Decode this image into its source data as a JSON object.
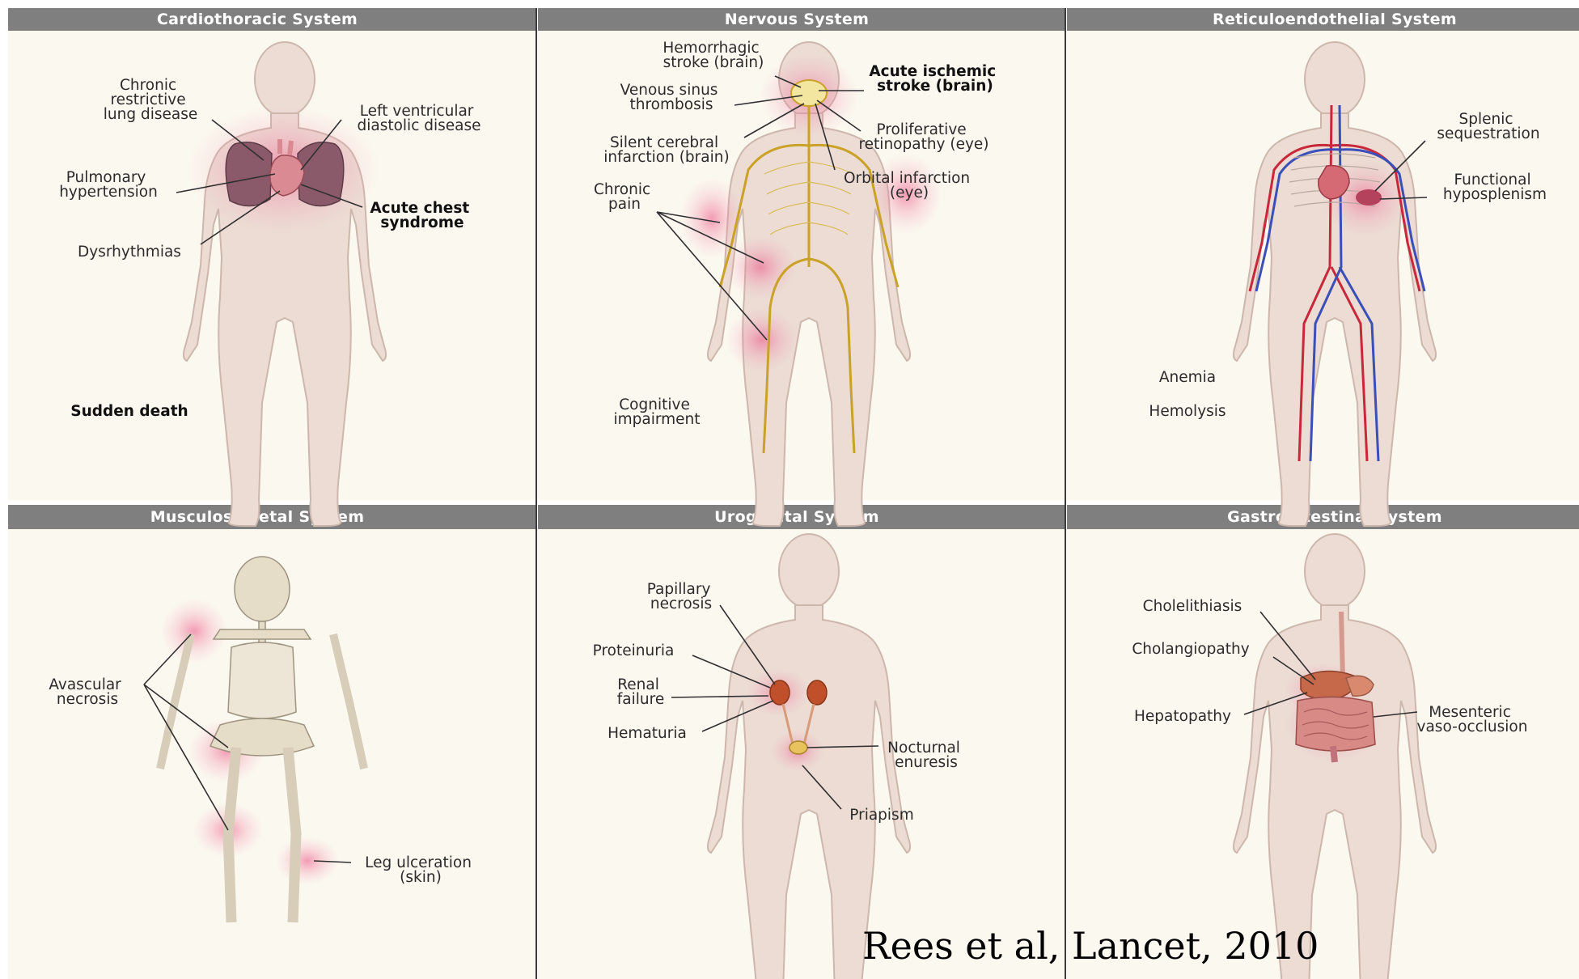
{
  "citation": "Rees et al, Lancet, 2010",
  "panels": {
    "cardiothoracic": {
      "title": "Cardiothoracic System",
      "labels": {
        "chronic": [
          "Chronic",
          "restrictive",
          "lung disease"
        ],
        "left_ventricular": [
          "Left ventricular",
          "diastolic disease"
        ],
        "pulmonary": [
          "Pulmonary",
          "hypertension"
        ],
        "acute_chest": [
          "Acute chest",
          "syndrome"
        ],
        "dysrhythmias": [
          "Dysrhythmias"
        ],
        "sudden_death": [
          "Sudden death"
        ]
      }
    },
    "nervous": {
      "title": "Nervous System",
      "labels": {
        "hemorrhagic": [
          "Hemorrhagic",
          "stroke (brain)"
        ],
        "acute_ischemic": [
          "Acute ischemic",
          "stroke (brain)"
        ],
        "venous_sinus": [
          "Venous sinus",
          "thrombosis"
        ],
        "proliferative": [
          "Proliferative",
          "retinopathy (eye)"
        ],
        "silent_cerebral": [
          "Silent cerebral",
          "infarction (brain)"
        ],
        "orbital": [
          "Orbital infarction",
          "(eye)"
        ],
        "chronic_pain": [
          "Chronic",
          "pain"
        ],
        "cognitive": [
          "Cognitive",
          "impairment"
        ]
      }
    },
    "reticuloendothelial": {
      "title": "Reticuloendothelial System",
      "labels": {
        "splenic": [
          "Splenic",
          "sequestration"
        ],
        "functional": [
          "Functional",
          "hyposplenism"
        ],
        "anemia": [
          "Anemia"
        ],
        "hemolysis": [
          "Hemolysis"
        ]
      }
    },
    "musculoskeletal": {
      "title": "Musculoskeletal System",
      "labels": {
        "avascular": [
          "Avascular",
          "necrosis"
        ],
        "leg_ulceration": [
          "Leg ulceration",
          "(skin)"
        ]
      }
    },
    "urogenital": {
      "title": "Urogenital System",
      "labels": {
        "papillary": [
          "Papillary",
          "necrosis"
        ],
        "proteinuria": [
          "Proteinuria"
        ],
        "renal": [
          "Renal",
          "failure"
        ],
        "hematuria": [
          "Hematuria"
        ],
        "nocturnal": [
          "Nocturnal",
          "enuresis"
        ],
        "priapism": [
          "Priapism"
        ]
      }
    },
    "gastrointestinal": {
      "title": "Gastrointestinal System",
      "labels": {
        "cholelithiasis": [
          "Cholelithiasis"
        ],
        "cholangiopathy": [
          "Cholangiopathy"
        ],
        "hepatopathy": [
          "Hepatopathy"
        ],
        "mesenteric": [
          "Mesenteric",
          "vaso-occlusion"
        ]
      }
    }
  },
  "colors": {
    "panel_bg": "#fbf8ef",
    "header_bg": "#7f7f7f",
    "body": "#ecdcd4",
    "body_stroke": "#cdb7ad",
    "highlight": "#ec5b8a",
    "nerve": "#c9a227",
    "artery": "#c8283a",
    "vein": "#3a4fb8",
    "bone": "#e6ddc9"
  }
}
